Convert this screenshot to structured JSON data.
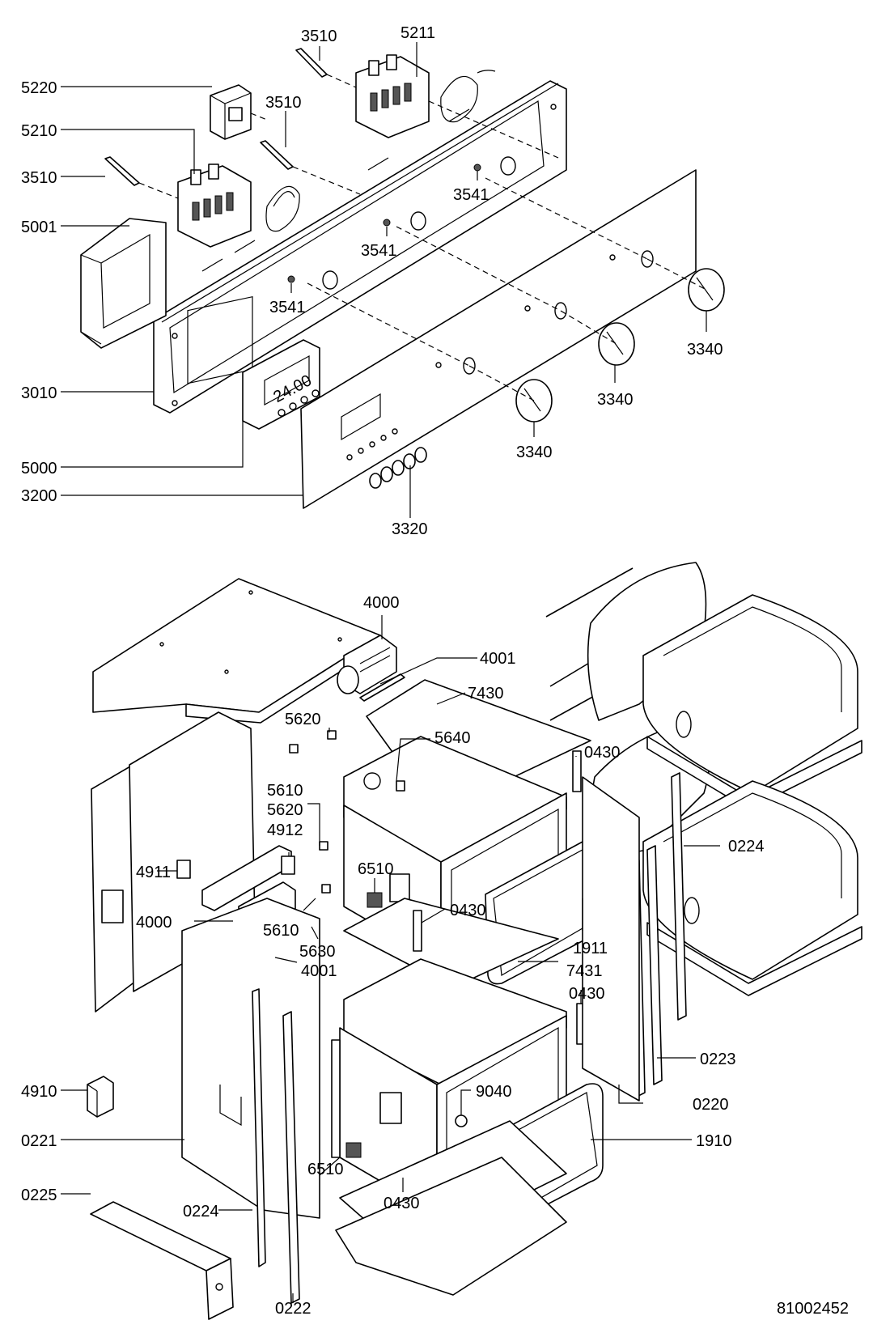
{
  "drawing_number": "81002452",
  "callouts": {
    "c3510_top": "3510",
    "c5211": "5211",
    "c5220": "5220",
    "c3510_mid": "3510",
    "c5210": "5210",
    "c3510_left": "3510",
    "c5001": "5001",
    "c3541_a": "3541",
    "c3541_b": "3541",
    "c3541_c": "3541",
    "c3010": "3010",
    "c3340_a": "3340",
    "c3340_b": "3340",
    "c3340_c": "3340",
    "c5000": "5000",
    "c3200": "3200",
    "c3320": "3320",
    "c4000_top": "4000",
    "c4001_top": "4001",
    "c7430": "7430",
    "c5620_top": "5620",
    "c5640": "5640",
    "c5610_top": "5610",
    "c0430_top": "0430",
    "c5620_mid": "5620",
    "c4912": "4912",
    "c0224_right": "0224",
    "c6510_top": "6510",
    "c4911": "4911",
    "c0430_mid": "0430",
    "c4000_mid": "4000",
    "c5610_mid": "5610",
    "c1911": "1911",
    "c5630": "5630",
    "c7431": "7431",
    "c4001_mid": "4001",
    "c0430_low": "0430",
    "c0223": "0223",
    "c4910": "4910",
    "c9040": "9040",
    "c0220": "0220",
    "c0221": "0221",
    "c1910": "1910",
    "c6510_low": "6510",
    "c0225": "0225",
    "c0224_left": "0224",
    "c0430_bottom": "0430",
    "c0222": "0222"
  },
  "display": {
    "clock_digits": "24.00"
  },
  "icons": [
    "knob-icon",
    "switch-icon",
    "thermostat-icon",
    "lamp-icon",
    "fan-motor-icon"
  ]
}
